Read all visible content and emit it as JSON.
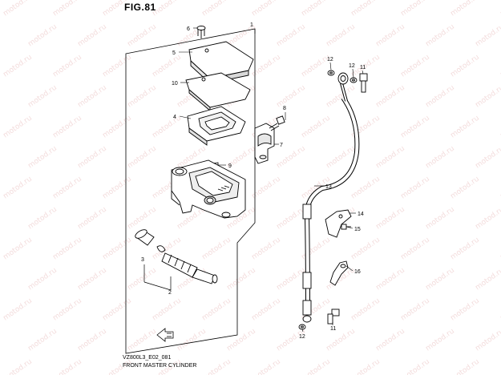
{
  "figure": {
    "title": "FIG.81"
  },
  "footer": {
    "code": "VZ800L3_E02_081",
    "name": "FRONT MASTER CYLINDER"
  },
  "watermark": {
    "text": "motod.ru",
    "color": "#f3dcdc"
  },
  "callouts": [
    "1",
    "2",
    "3",
    "4",
    "5",
    "6",
    "7",
    "8",
    "9",
    "10",
    "11",
    "12",
    "13",
    "14",
    "15",
    "16"
  ],
  "parts": {
    "p1": "1",
    "p2": "2",
    "p3": "3",
    "p4": "4",
    "p5": "5",
    "p6": "6",
    "p7": "7",
    "p8": "8",
    "p9": "9",
    "p10": "10",
    "p11a": "11",
    "p11b": "11",
    "p12a": "12",
    "p12b": "12",
    "p12c": "12",
    "p13": "13",
    "p14": "14",
    "p15": "15",
    "p16": "16"
  }
}
